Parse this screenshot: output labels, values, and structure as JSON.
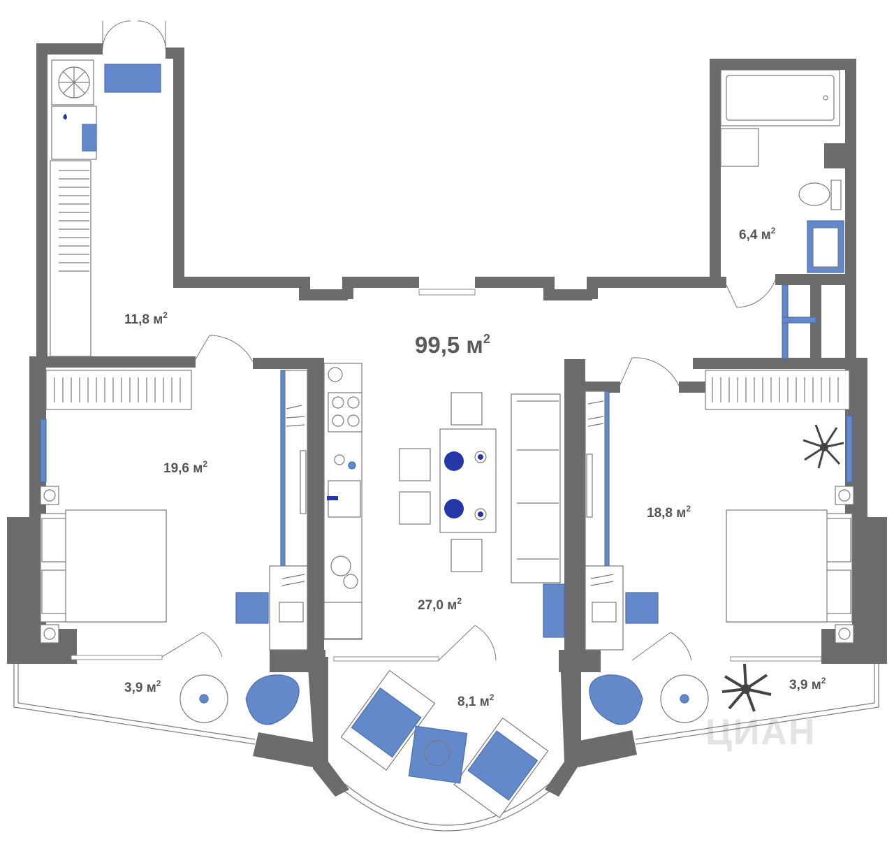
{
  "plan": {
    "watermark": "ЦИАН",
    "colors": {
      "wall": "#6b6b6b",
      "accent": "#6489cb",
      "accent_dark": "#2436a8",
      "background": "#ffffff"
    },
    "rooms": [
      {
        "id": "total",
        "area": "99,5",
        "unit": "м",
        "power": "2"
      },
      {
        "id": "utility",
        "area": "11,8",
        "unit": "м",
        "power": "2"
      },
      {
        "id": "bathroom",
        "area": "6,4",
        "unit": "м",
        "power": "2"
      },
      {
        "id": "bedroom-left",
        "area": "19,6",
        "unit": "м",
        "power": "2"
      },
      {
        "id": "bedroom-right",
        "area": "18,8",
        "unit": "м",
        "power": "2"
      },
      {
        "id": "kitchen-living",
        "area": "27,0",
        "unit": "м",
        "power": "2"
      },
      {
        "id": "balcony-left",
        "area": "3,9",
        "unit": "м",
        "power": "2"
      },
      {
        "id": "balcony-center",
        "area": "8,1",
        "unit": "м",
        "power": "2"
      },
      {
        "id": "balcony-right",
        "area": "3,9",
        "unit": "м",
        "power": "2"
      }
    ]
  }
}
